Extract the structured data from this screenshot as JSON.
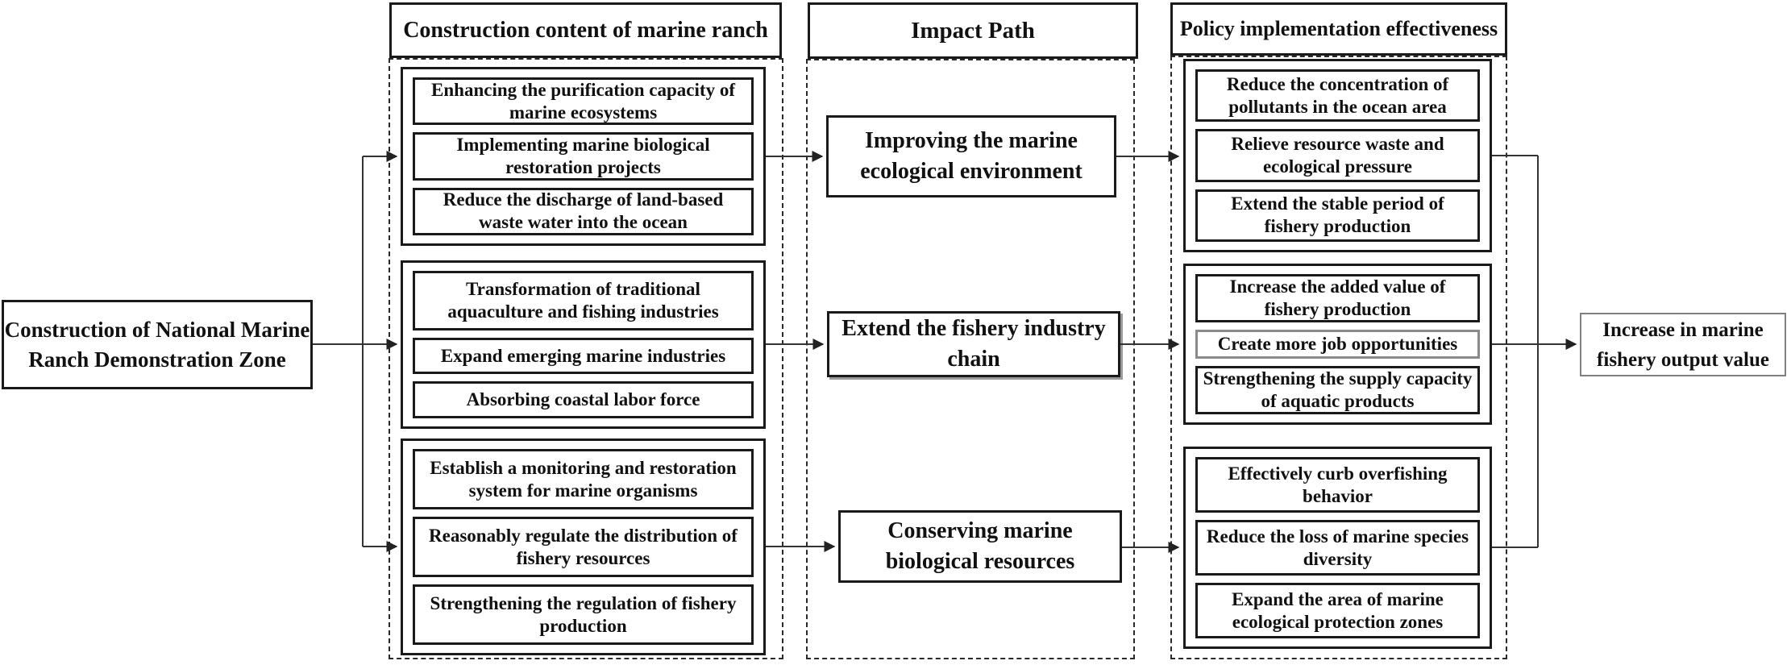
{
  "root": {
    "label": "Construction of National Marine Ranch Demonstration Zone"
  },
  "col2": {
    "header": "Construction content of marine ranch",
    "groups": [
      {
        "items": [
          "Enhancing the purification capacity of marine ecosystems",
          "Implementing marine biological restoration projects",
          "Reduce the discharge of land-based waste water into the ocean"
        ]
      },
      {
        "items": [
          "Transformation of traditional aquaculture and fishing industries",
          "Expand emerging marine industries",
          "Absorbing coastal labor force"
        ]
      },
      {
        "items": [
          "Establish a monitoring and restoration system for marine organisms",
          "Reasonably regulate the distribution of fishery resources",
          "Strengthening the regulation of fishery production"
        ]
      }
    ]
  },
  "col3": {
    "header": "Impact Path",
    "paths": [
      "Improving the marine ecological environment",
      "Extend the fishery industry chain",
      "Conserving marine biological resources"
    ]
  },
  "col4": {
    "header": "Policy implementation effectiveness",
    "groups": [
      {
        "items": [
          "Reduce the concentration of pollutants in the ocean area",
          "Relieve resource waste and ecological pressure",
          "Extend the stable period of fishery production"
        ]
      },
      {
        "items": [
          "Increase the added value of fishery production",
          "Create more job opportunities",
          "Strengthening the supply capacity of aquatic products"
        ]
      },
      {
        "items": [
          "Effectively curb overfishing behavior",
          "Reduce the loss of marine species diversity",
          "Expand the area of marine ecological protection zones"
        ]
      }
    ]
  },
  "outcome": {
    "label": "Increase in marine fishery output value"
  },
  "colors": {
    "line": "#333333",
    "border": "#1a1a1a",
    "gray_border": "#808080",
    "background": "#ffffff"
  }
}
